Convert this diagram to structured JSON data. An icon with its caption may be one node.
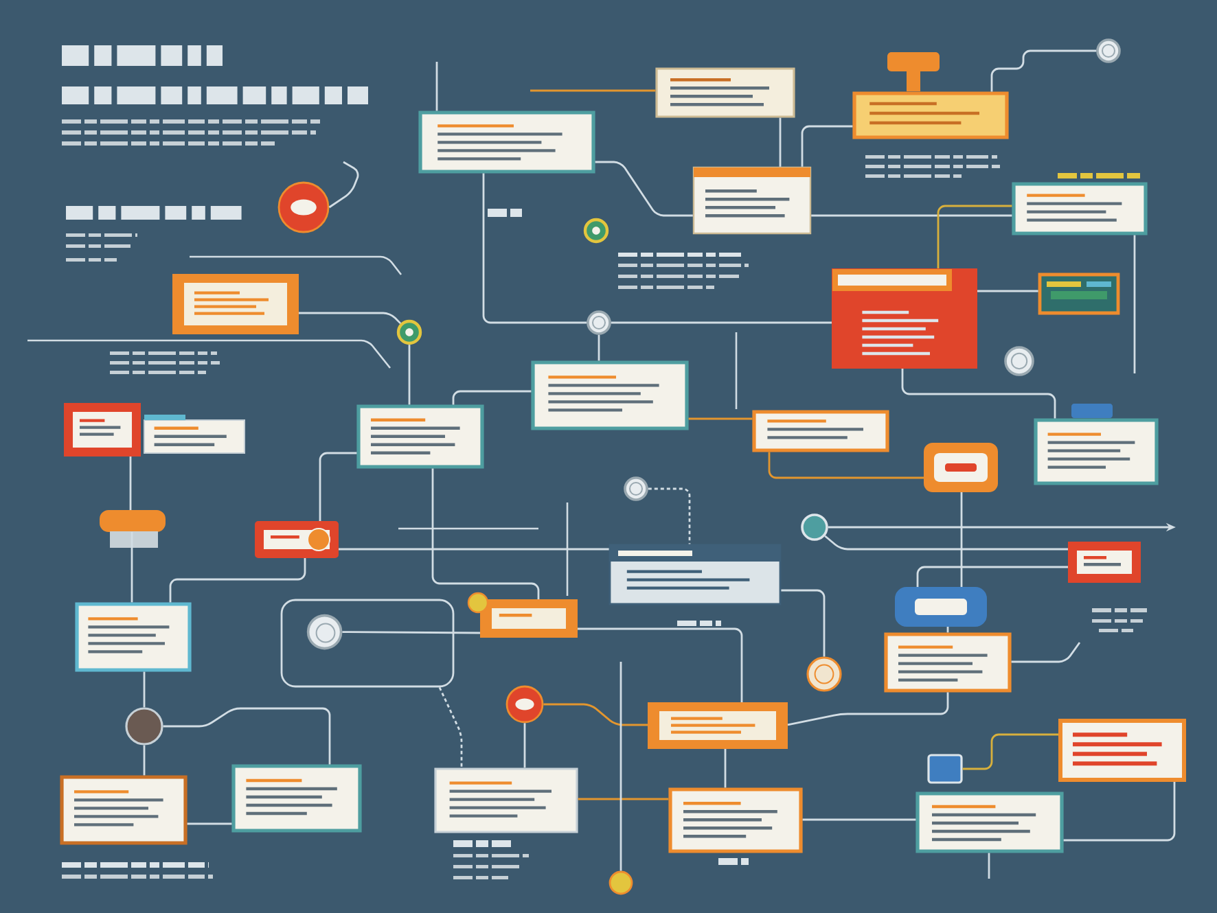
{
  "diagram": {
    "nodes": [
      {
        "text": [],
        "shape": "box"
      },
      {
        "text": [],
        "shape": "box"
      },
      {
        "text": [],
        "shape": "box"
      },
      {
        "text": [],
        "shape": "circle"
      },
      {
        "text": [],
        "shape": "circle"
      },
      {
        "text": [],
        "shape": "box"
      },
      {
        "text": [],
        "shape": "box"
      },
      {
        "text": [],
        "shape": "circle"
      },
      {
        "text": [],
        "shape": "box"
      },
      {
        "text": [],
        "shape": "box"
      },
      {
        "text": [],
        "shape": "box"
      },
      {
        "text": [],
        "shape": "circle"
      },
      {
        "text": [],
        "shape": "circle"
      },
      {
        "text": [],
        "shape": "box"
      },
      {
        "text": [],
        "shape": "circle"
      },
      {
        "text": [],
        "shape": "box"
      },
      {
        "text": [],
        "shape": "box"
      },
      {
        "text": [],
        "shape": "box"
      },
      {
        "text": [],
        "shape": "box"
      },
      {
        "text": [],
        "shape": "box"
      },
      {
        "text": [],
        "shape": "box"
      },
      {
        "text": [],
        "shape": "box"
      },
      {
        "text": [],
        "shape": "box"
      },
      {
        "text": [],
        "shape": "circle"
      },
      {
        "text": [],
        "shape": "circle"
      },
      {
        "text": [],
        "shape": "box"
      },
      {
        "text": [],
        "shape": "box"
      },
      {
        "text": [],
        "shape": "box"
      },
      {
        "text": [],
        "shape": "box"
      },
      {
        "text": [],
        "shape": "box"
      },
      {
        "text": [],
        "shape": "circle",
        "in": 29
      },
      {
        "text": [],
        "shape": "box"
      },
      {
        "text": [],
        "shape": "box"
      },
      {
        "text": [],
        "shape": "circle"
      },
      {
        "text": [],
        "shape": "circle"
      },
      {
        "text": [],
        "shape": "circle"
      },
      {
        "text": [],
        "shape": "box"
      },
      {
        "text": [],
        "shape": "box"
      },
      {
        "text": [],
        "shape": "box"
      },
      {
        "text": [],
        "shape": "box"
      },
      {
        "text": [],
        "shape": "box"
      },
      {
        "text": [],
        "shape": "box"
      },
      {
        "text": [],
        "shape": "box"
      },
      {
        "text": [],
        "shape": "box"
      },
      {
        "text": [],
        "shape": "circle"
      }
    ],
    "edges": [
      {
        "from": 0,
        "to": 5,
        "arrow": "none"
      },
      {
        "from": 1,
        "to": 5,
        "arrow": "none"
      },
      {
        "from": 2,
        "to": 5,
        "arrow": "none"
      },
      {
        "from": 2,
        "to": 3,
        "arrow": "none"
      },
      {
        "from": 5,
        "to": 6,
        "arrow": "none"
      },
      {
        "from": 9,
        "to": 6,
        "arrow": "none",
        "color": "#d8b03c"
      },
      {
        "from": 6,
        "to": null,
        "arrow": "none"
      },
      {
        "from": 9,
        "to": 10,
        "arrow": "none"
      },
      {
        "from": 9,
        "to": 20,
        "arrow": "none"
      },
      {
        "from": 8,
        "to": 11,
        "arrow": "none"
      },
      {
        "from": 11,
        "to": 17,
        "arrow": "none"
      },
      {
        "from": 0,
        "to": 12,
        "arrow": "none"
      },
      {
        "from": 12,
        "to": 13,
        "arrow": "none"
      },
      {
        "from": 17,
        "to": 13,
        "arrow": "none"
      },
      {
        "from": 13,
        "to": 18,
        "arrow": "none",
        "color": "#e3962e"
      },
      {
        "from": 12,
        "to": 9,
        "arrow": "none"
      },
      {
        "from": 18,
        "to": 19,
        "arrow": "none",
        "color": "#e3962e"
      },
      {
        "from": 19,
        "to": 31,
        "arrow": "none"
      },
      {
        "from": 24,
        "to": null,
        "arrow": "to"
      },
      {
        "from": 24,
        "to": 26,
        "arrow": "none"
      },
      {
        "from": 26,
        "to": 31,
        "arrow": "none"
      },
      {
        "from": 31,
        "to": 32,
        "arrow": "none"
      },
      {
        "from": 25,
        "to": 33,
        "arrow": "none"
      },
      {
        "from": 32,
        "to": null,
        "arrow": "none"
      },
      {
        "from": 32,
        "to": 36,
        "arrow": "none"
      },
      {
        "from": 37,
        "to": 43,
        "arrow": "none"
      },
      {
        "from": 37,
        "to": 38,
        "arrow": "none",
        "color": "#d8b03c"
      },
      {
        "from": 42,
        "to": 43,
        "arrow": "none"
      },
      {
        "from": 43,
        "to": null,
        "arrow": "none"
      },
      {
        "from": 36,
        "to": 42,
        "arrow": "none"
      },
      {
        "from": 35,
        "to": 36,
        "arrow": "none",
        "color": "#e3962e"
      },
      {
        "from": 35,
        "to": 41,
        "arrow": "none"
      },
      {
        "from": 41,
        "to": 42,
        "arrow": "none",
        "color": "#e3962e"
      },
      {
        "from": null,
        "to": 44,
        "arrow": "none"
      },
      {
        "from": 27,
        "to": 36,
        "arrow": "none"
      },
      {
        "from": 17,
        "to": 27,
        "arrow": "none"
      },
      {
        "from": 22,
        "to": 25,
        "arrow": "none"
      },
      {
        "from": 22,
        "to": 17,
        "arrow": "none"
      },
      {
        "from": 15,
        "to": 21,
        "arrow": "none"
      },
      {
        "from": 21,
        "to": 28,
        "arrow": "none"
      },
      {
        "from": 22,
        "to": 28,
        "arrow": "none"
      },
      {
        "from": 28,
        "to": 34,
        "arrow": "none"
      },
      {
        "from": 34,
        "to": 39,
        "arrow": "none"
      },
      {
        "from": 34,
        "to": 40,
        "arrow": "none"
      },
      {
        "from": 39,
        "to": 40,
        "arrow": "none"
      },
      {
        "from": 30,
        "to": 27,
        "arrow": "none"
      },
      {
        "from": 29,
        "to": 41,
        "arrow": "none",
        "style": "dashed"
      },
      {
        "from": 23,
        "to": 25,
        "arrow": "none",
        "style": "dashed"
      },
      {
        "from": 0,
        "to": null,
        "arrow": "none"
      },
      {
        "from": 1,
        "to": null,
        "arrow": "none",
        "color": "#e3962e"
      },
      {
        "from": 4,
        "to": null,
        "arrow": "none"
      }
    ]
  }
}
